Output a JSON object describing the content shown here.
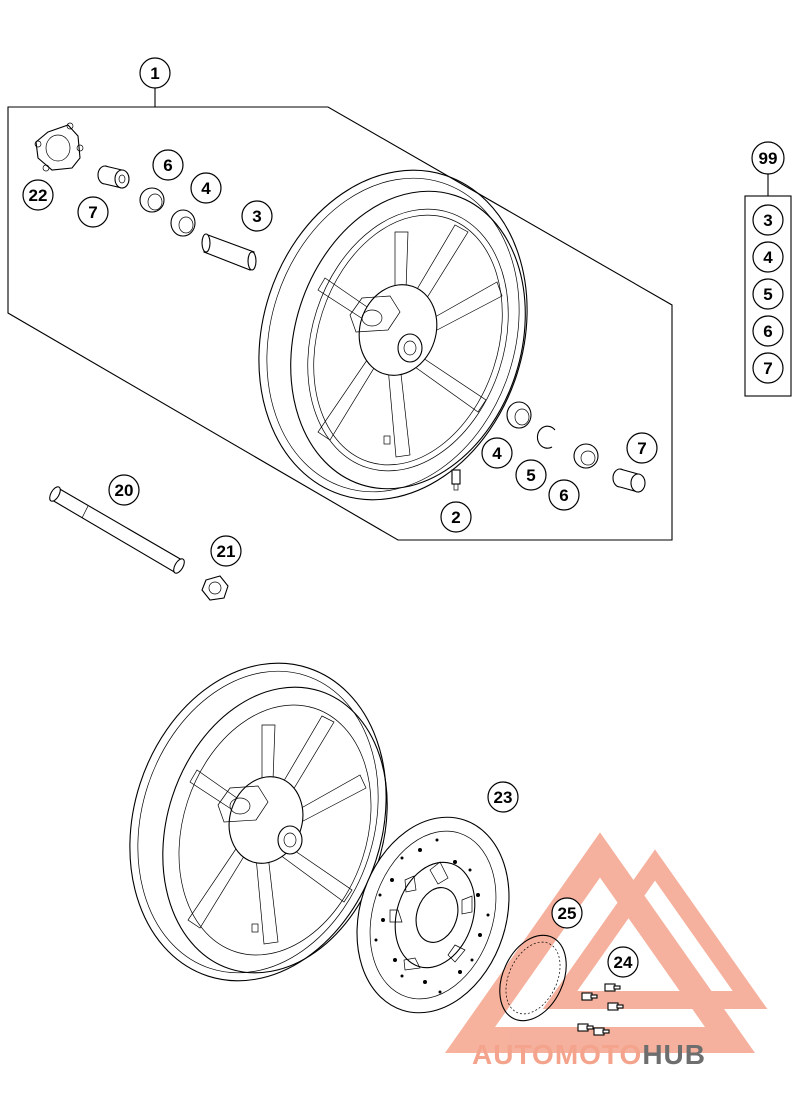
{
  "callouts": [
    {
      "label": "1"
    },
    {
      "label": "22"
    },
    {
      "label": "6"
    },
    {
      "label": "4"
    },
    {
      "label": "7"
    },
    {
      "label": "3"
    },
    {
      "label": "4"
    },
    {
      "label": "5"
    },
    {
      "label": "6"
    },
    {
      "label": "7"
    },
    {
      "label": "2"
    },
    {
      "label": "20"
    },
    {
      "label": "21"
    },
    {
      "label": "23"
    },
    {
      "label": "25"
    },
    {
      "label": "24"
    }
  ],
  "kit": {
    "label": "99",
    "items": [
      "3",
      "4",
      "5",
      "6",
      "7"
    ]
  },
  "watermark": {
    "part1": "AUTO",
    "part2": "MOTO",
    "part3": "HUB",
    "color_primary": "#f4a48c",
    "color_secondary": "#6e6e6e"
  }
}
